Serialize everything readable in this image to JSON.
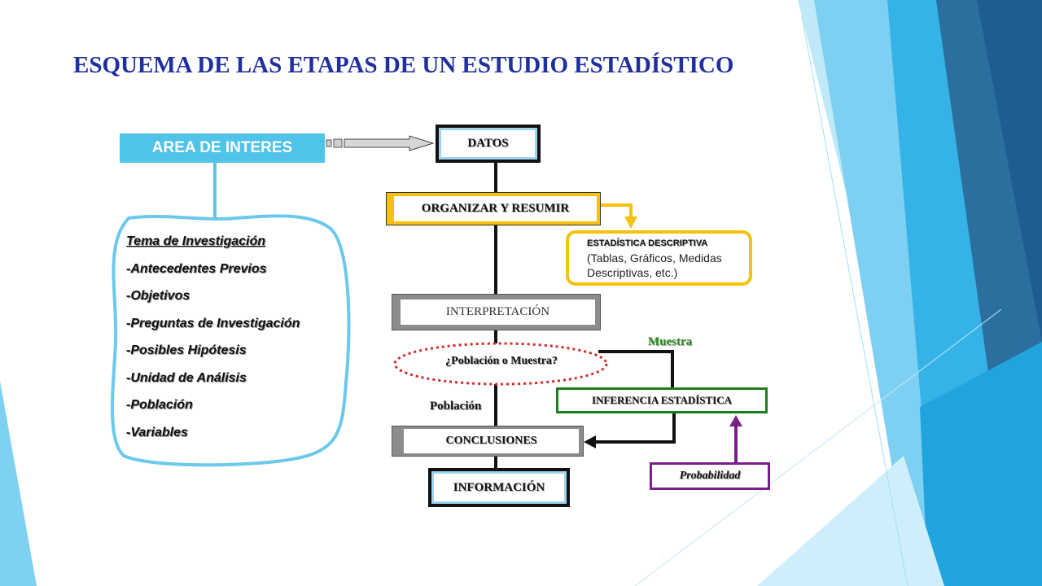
{
  "title": "ESQUEMA DE LAS ETAPAS DE UN ESTUDIO ESTADÍSTICO",
  "area_interes": "AREA DE INTERES",
  "topics": [
    {
      "prefix": "",
      "text": "Tema de Investigación"
    },
    {
      "prefix": "-",
      "text": "Antecedentes Previos"
    },
    {
      "prefix": "-",
      "text": "Objetivos"
    },
    {
      "prefix": "-",
      "text": "Preguntas de Investigación"
    },
    {
      "prefix": "-",
      "text": "Posibles Hipótesis"
    },
    {
      "prefix": "-",
      "text": "Unidad de Análisis"
    },
    {
      "prefix": "-",
      "text": "Población"
    },
    {
      "prefix": "-",
      "text": "Variables"
    }
  ],
  "flow": {
    "datos": "DATOS",
    "organizar": "ORGANIZAR Y RESUMIR",
    "estadistica_descriptiva": {
      "title": "ESTADÍSTICA DESCRIPTIVA",
      "line1": "(Tablas, Gráficos, Medidas",
      "line2": "Descriptivas, etc.)"
    },
    "interpretacion": "INTERPRETACIÓN",
    "pregunta": "¿Población  o  Muestra?",
    "muestra": "Muestra",
    "poblacion": "Población",
    "inferencia": "INFERENCIA ESTADÍSTICA",
    "conclusiones": "CONCLUSIONES",
    "probabilidad": "Probabilidad",
    "informacion": "INFORMACIÓN"
  },
  "colors": {
    "title": "#1f2fa0",
    "area_box": "#4fc3e8",
    "yellow": "#f4c20d",
    "green": "#1e7d1e",
    "purple": "#7a1f8a",
    "red_dotted": "#d42a2a",
    "decor_blues": [
      "#1a6fa8",
      "#2a9fd6",
      "#5fc8ef",
      "#a8e2f7"
    ]
  }
}
